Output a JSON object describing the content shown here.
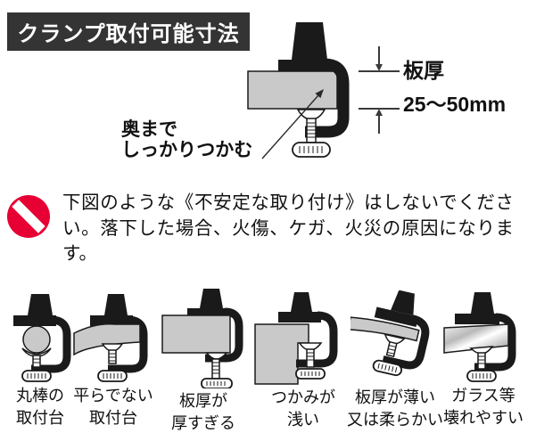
{
  "header": {
    "title": "クランプ取付可能寸法"
  },
  "main_diagram": {
    "grip_note": "奥まで\nしっかりつかむ",
    "thickness_label": "板厚",
    "thickness_value": "25〜50mm"
  },
  "warning": {
    "text": "下図のような《不安定な取り付け》はしないでください。落下した場合、火傷、ケガ、火災の原因になります。",
    "icon": "prohibition-icon",
    "icon_color": "#e60033"
  },
  "bad_examples": {
    "items": [
      {
        "name": "round-bar-base",
        "caption": "丸棒の\n取付台"
      },
      {
        "name": "uneven-base",
        "caption": "平らでない\n取付台"
      },
      {
        "name": "board-too-thick",
        "caption": "板厚が\n厚すぎる"
      },
      {
        "name": "shallow-grip",
        "caption": "つかみが\n浅い"
      },
      {
        "name": "board-thin-or-soft",
        "caption": "板厚が薄い\n又は柔らかい"
      },
      {
        "name": "glass-fragile",
        "caption": "ガラス等\n壊れやすい"
      }
    ]
  },
  "colors": {
    "header_bg": "#343434",
    "ink": "#1a1a1a",
    "board_gray": "#c9c9c9",
    "prohibition_red": "#e60033"
  }
}
